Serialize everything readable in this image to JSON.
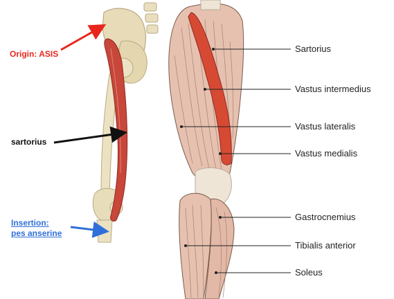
{
  "left_diagram": {
    "origin_label": "Origin: ASIS",
    "muscle_label": "sartorius",
    "insertion_label_line1": "Insertion:",
    "insertion_label_line2": "pes anserine"
  },
  "right_diagram": {
    "labels": [
      "Sartorius",
      "Vastus intermedius",
      "Vastus lateralis",
      "Vastus medialis",
      "Gastrocnemius",
      "Tibialis anterior",
      "Soleus"
    ]
  },
  "colors": {
    "origin": "#e8261c",
    "insertion": "#2f6fd9",
    "muscle_label": "#111111",
    "sartorius_muscle": "#c8463a",
    "bone": "#e9dfbf",
    "muscle_fiber": "#e2b8a6"
  }
}
